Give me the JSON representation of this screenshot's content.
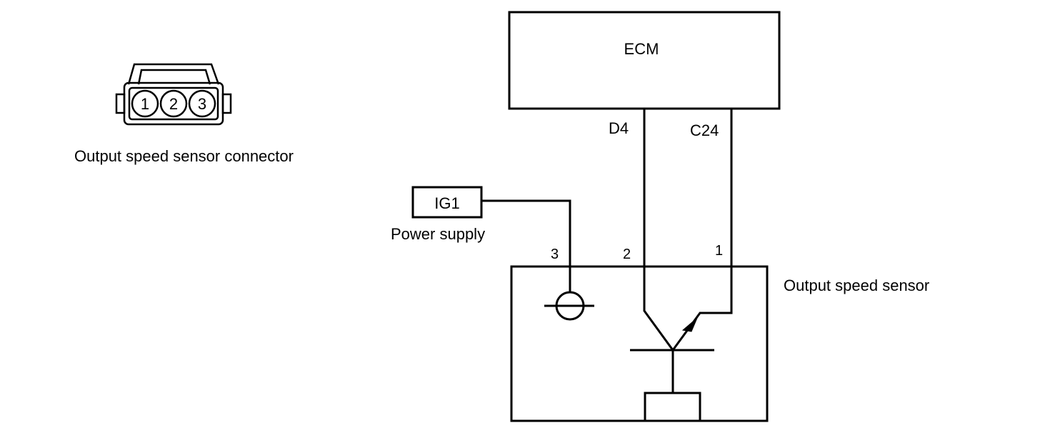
{
  "connector": {
    "caption": "Output speed sensor connector",
    "pins": [
      "1",
      "2",
      "3"
    ]
  },
  "ecm": {
    "label": "ECM",
    "terminal_left": "D4",
    "terminal_right": "C24"
  },
  "power": {
    "box_label": "IG1",
    "caption": "Power supply"
  },
  "sensor": {
    "label": "Output speed sensor",
    "pin_3": "3",
    "pin_2": "2",
    "pin_1": "1"
  }
}
